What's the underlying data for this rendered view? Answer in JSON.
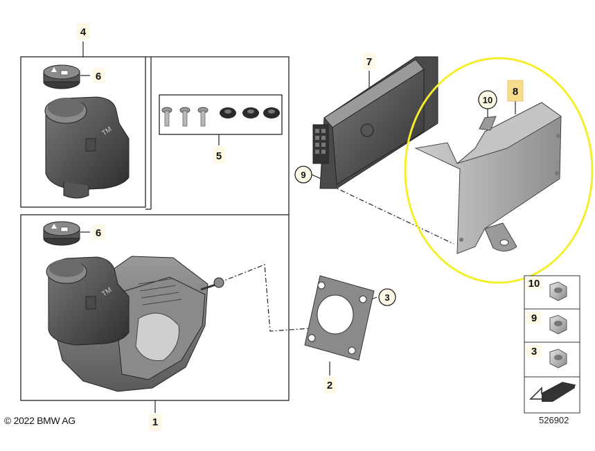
{
  "diagram": {
    "copyright": "© 2022 BMW AG",
    "diagram_code": "526902",
    "highlight_color": "#f4ef2a",
    "tag_bg_color": "#fdf9e6",
    "selected_tag_bg_color": "#f6dc8c",
    "part_labels": {
      "p1": "1",
      "p2": "2",
      "p3": "3",
      "p4": "4",
      "p5": "5",
      "p6a": "6",
      "p6b": "6",
      "p7": "7",
      "p8": "8",
      "p9": "9",
      "p10": "10"
    },
    "legend": [
      {
        "number": "10",
        "icon": "flange-nut-icon"
      },
      {
        "number": "9",
        "icon": "flange-nut-icon"
      },
      {
        "number": "3",
        "icon": "flange-nut-icon"
      }
    ],
    "legend_last_icon": "arrow-down-left-icon"
  }
}
